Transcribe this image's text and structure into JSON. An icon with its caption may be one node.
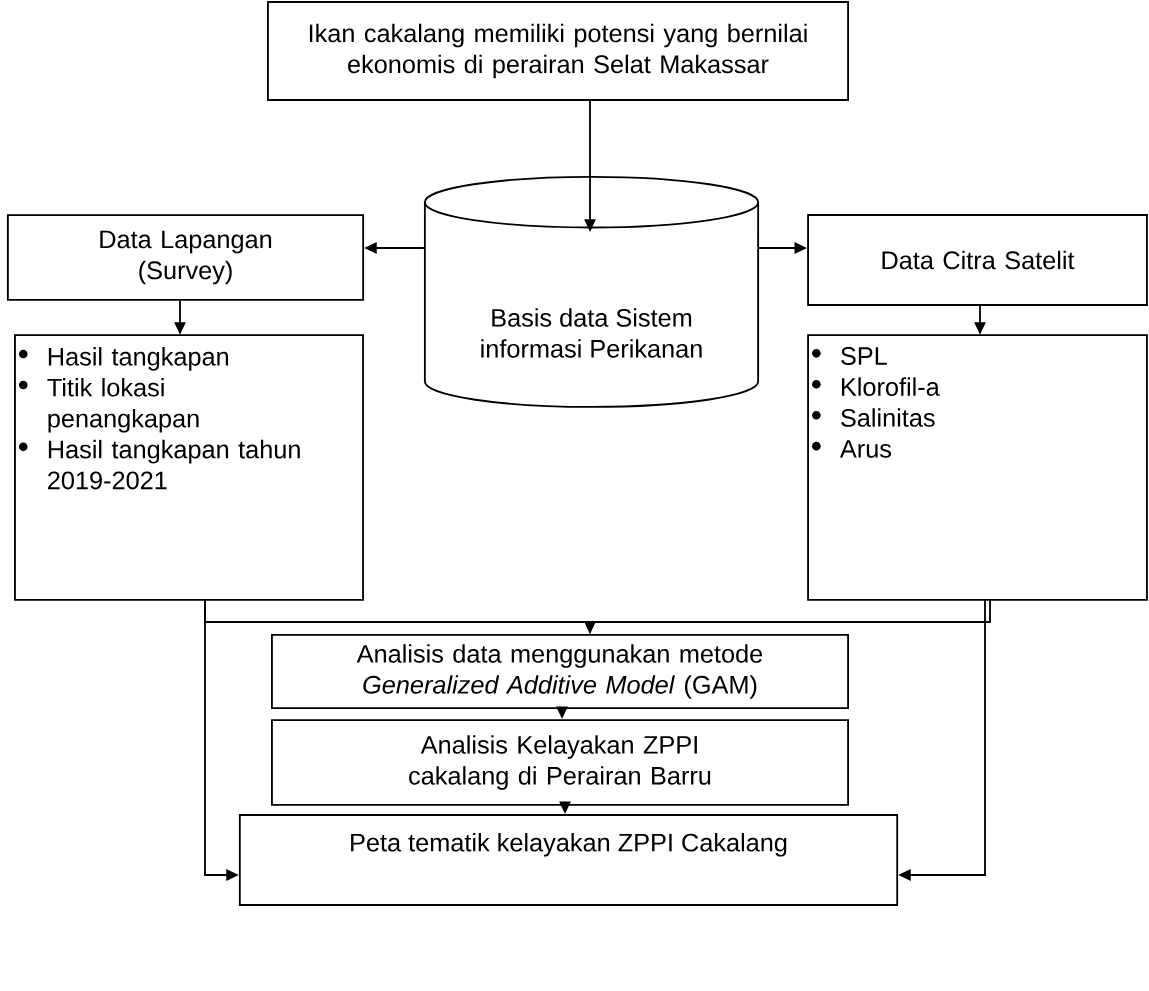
{
  "diagram": {
    "nodes": [
      {
        "text": [
          "Ikan cakalang memiliki potensi yang bernilai ekonomis di perairan Selat Makassar"
        ]
      },
      {
        "text": [
          "Basis data Sistem informasi Perikanan"
        ]
      },
      {
        "text": [
          "Data Lapangan (Survey)"
        ]
      },
      {
        "text": [
          "Data Citra Satelit"
        ]
      },
      {
        "text": [
          "Hasil tangkapan",
          "Titik lokasi penangkapan",
          "Hasil tangkapan tahun 2019-2021"
        ]
      },
      {
        "text": [
          "SPL",
          "Klorofil-a",
          "Salinitas",
          "Arus"
        ]
      },
      {
        "text": [
          "Analisis data menggunakan metode *Generalized Additive Model* (GAM)"
        ]
      },
      {
        "text": [
          "Analisis Kelayakan ZPPI cakalang di Perairan Barru"
        ]
      },
      {
        "text": [
          "Peta tematik kelayakan ZPPI Cakalang"
        ]
      }
    ],
    "edges": [
      {
        "from": 0,
        "to": 1,
        "arrow": "to"
      },
      {
        "from": 1,
        "to": 2,
        "arrow": "to"
      },
      {
        "from": 1,
        "to": 3,
        "arrow": "to"
      },
      {
        "from": 2,
        "to": 4,
        "arrow": "to"
      },
      {
        "from": 3,
        "to": 5,
        "arrow": "to"
      },
      {
        "from": 4,
        "to": 6,
        "arrow": "to"
      },
      {
        "from": 5,
        "to": 6,
        "arrow": "to"
      },
      {
        "from": 6,
        "to": 7,
        "arrow": "to"
      },
      {
        "from": 7,
        "to": 8,
        "arrow": "to"
      },
      {
        "from": 4,
        "to": 8,
        "arrow": "to"
      },
      {
        "from": 5,
        "to": 8,
        "arrow": "to"
      }
    ]
  }
}
